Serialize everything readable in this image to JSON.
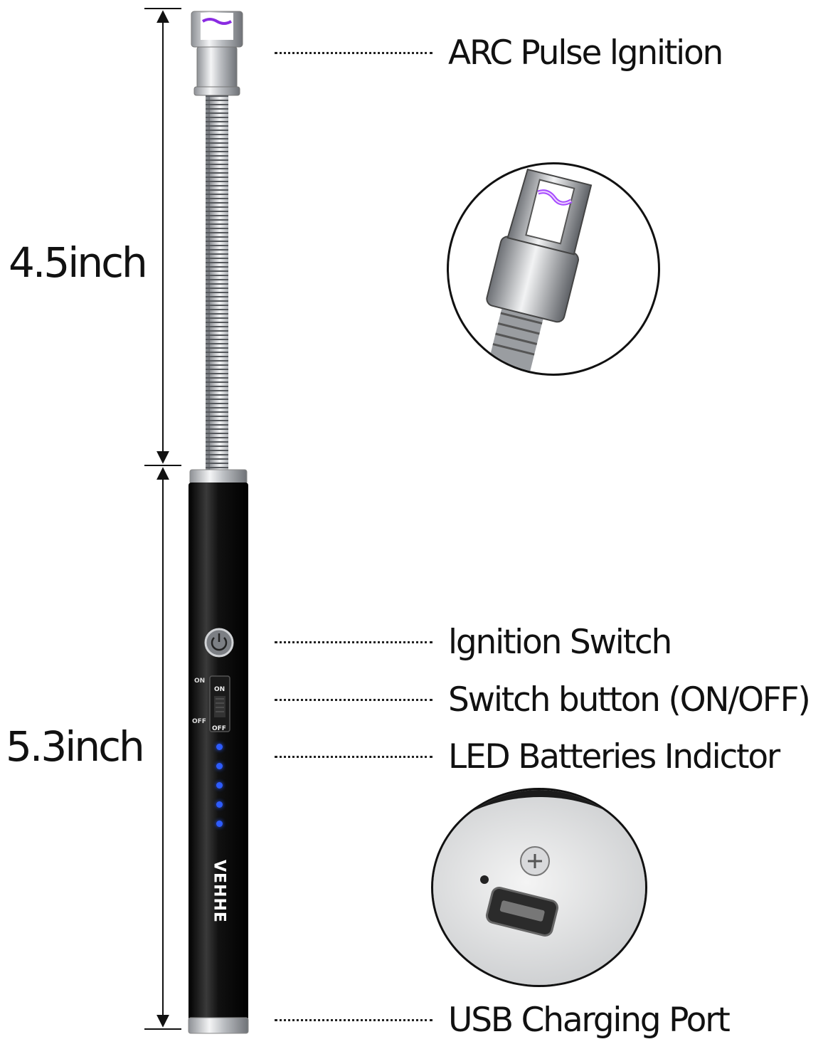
{
  "dimensions": {
    "upper_label": "4.5inch",
    "lower_label": "5.3inch"
  },
  "callouts": [
    {
      "label": "ARC Pulse lgnition"
    },
    {
      "label": "lgnition Switch"
    },
    {
      "label": "Switch button (ON/OFF)"
    },
    {
      "label": "LED Batteries Indictor"
    },
    {
      "label": "USB Charging Port"
    }
  ],
  "lighter": {
    "brand": "VEHHE",
    "switch_on_label": "ON",
    "switch_off_label": "OFF",
    "led_count": 5,
    "colors": {
      "body": "#111111",
      "metal": "#c7c9cc",
      "arc": "#8a2be2",
      "led": "#2d5bff"
    }
  },
  "detail_circles": [
    {
      "name": "arc-tip-closeup"
    },
    {
      "name": "usb-port-closeup"
    }
  ]
}
